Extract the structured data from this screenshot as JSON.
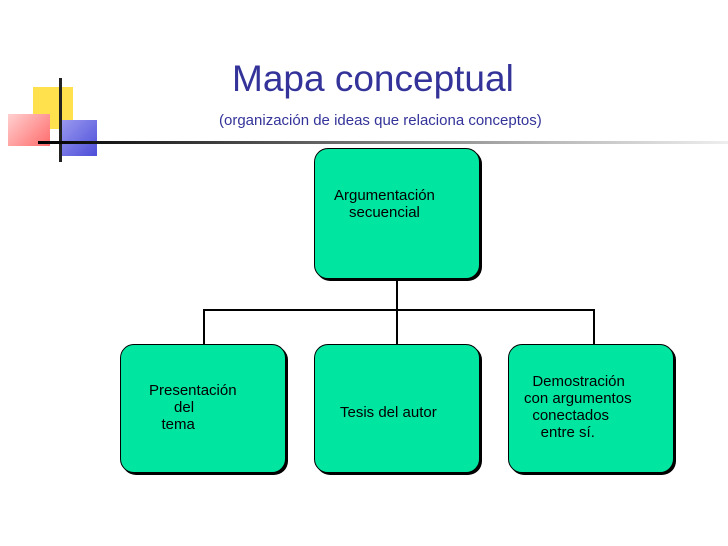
{
  "title": "Mapa conceptual",
  "subtitle": "(organización de ideas que relaciona conceptos)",
  "nodes": {
    "root": {
      "label": "Argumentación\nsecuencial"
    },
    "presentation": {
      "label": "Presentación\n      del\n   tema"
    },
    "thesis": {
      "label": "Tesis del autor"
    },
    "demonstration": {
      "label": "  Demostración\ncon argumentos\n  conectados\n    entre sí."
    }
  },
  "colors": {
    "title": "#333399",
    "node_fill": "#00e5a0",
    "deco_yellow": "#ffe14d",
    "deco_red": "#ff6b6b",
    "deco_blue": "#4d4dd9"
  }
}
